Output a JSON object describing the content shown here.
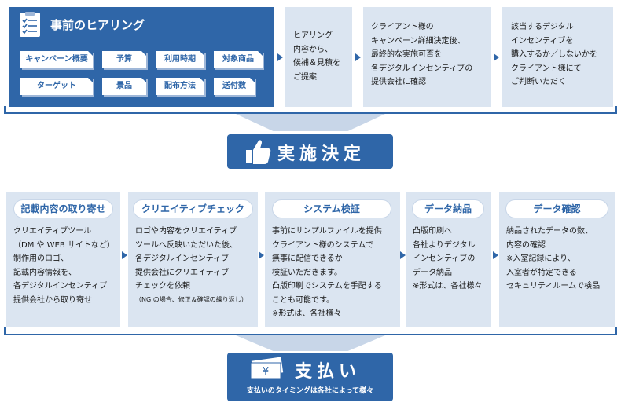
{
  "hearing": {
    "title": "事前のヒアリング",
    "tags": [
      "キャンペーン概要",
      "予算",
      "利用時期",
      "対象商品",
      "ターゲット",
      "景品",
      "配布方法",
      "送付数"
    ]
  },
  "top_steps": [
    "ヒアリング\n内容から、\n候補＆見積を\nご提案",
    "クライアント様の\nキャンペーン詳細決定後、\n最終的な実施可否を\n各デジタルインセンティブの\n提供会社に確認",
    "該当するデジタル\nインセンティブを\n購入するか／しないかを\nクライアント様にて\nご判断いただく"
  ],
  "decision": {
    "label": "実施決定",
    "icon": "thumbs-up-icon"
  },
  "steps": [
    {
      "title": "記載内容の取り寄せ",
      "body": "クリエイティブツール\n（DM や WEB サイトなど）\n制作用のロゴ、\n記載内容情報を、\n各デジタルインセンティブ\n提供会社から取り寄せ"
    },
    {
      "title": "クリエイティブチェック",
      "body": "ロゴや内容をクリエイティブ\nツールへ反映いただいた後、\n各デジタルインセンティブ\n提供会社にクリエイティブ\nチェックを依頼",
      "note": "（NG の場合、修正＆確認の繰り返し）"
    },
    {
      "title": "システム検証",
      "body": "事前にサンプルファイルを提供\nクライアント様のシステムで\n無事に配信できるか\n検証いただきます。\n凸版印刷でシステムを手配する\nことも可能です。\n※形式は、各社様々"
    },
    {
      "title": "データ納品",
      "body": "凸版印刷へ\n各社よりデジタル\nインセンティブの\nデータ納品\n※形式は、各社様々"
    },
    {
      "title": "データ確認",
      "body": "納品されたデータの数、\n内容の確認\n※入室記録により、\n入室者が特定できる\nセキュリティルームで検品"
    }
  ],
  "payment": {
    "label": "支払い",
    "subtitle": "支払いのタイミングは各社によって様々",
    "icon": "yen-money-icon"
  },
  "colors": {
    "primary": "#2f66a8",
    "panel": "#dbe5f1",
    "connector": "#c8d6e8"
  }
}
